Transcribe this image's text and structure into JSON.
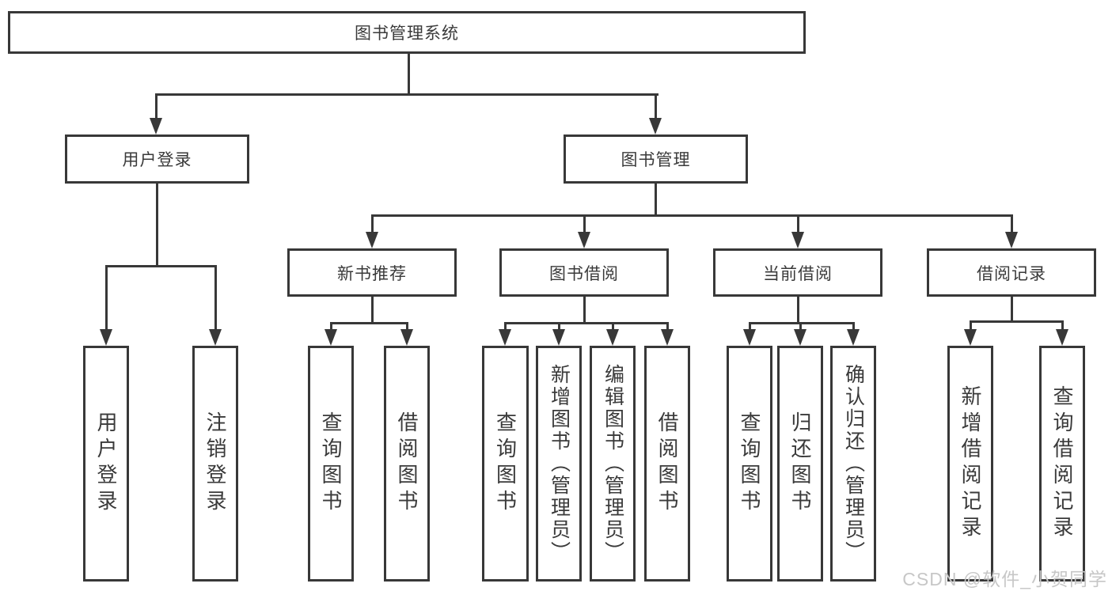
{
  "tree": {
    "root": {
      "label": "图书管理系统"
    },
    "branches": [
      {
        "label": "用户登录",
        "children": [
          {
            "label": "用户登录"
          },
          {
            "label": "注销登录"
          }
        ]
      },
      {
        "label": "图书管理",
        "children": [
          {
            "label": "新书推荐",
            "children": [
              {
                "label": "查询图书"
              },
              {
                "label": "借阅图书"
              }
            ]
          },
          {
            "label": "图书借阅",
            "children": [
              {
                "label": "查询图书"
              },
              {
                "label": "新增图书（管理员）"
              },
              {
                "label": "编辑图书（管理员）"
              },
              {
                "label": "借阅图书"
              }
            ]
          },
          {
            "label": "当前借阅",
            "children": [
              {
                "label": "查询图书"
              },
              {
                "label": "归还图书"
              },
              {
                "label": "确认归还（管理员）"
              }
            ]
          },
          {
            "label": "借阅记录",
            "children": [
              {
                "label": "新增借阅记录"
              },
              {
                "label": "查询借阅记录"
              }
            ]
          }
        ]
      }
    ]
  },
  "watermark": {
    "text": "CSDN @软件_小贺同学"
  },
  "colors": {
    "line": "#383838",
    "text": "#3a3a3a",
    "watermark": "#c7c7c7",
    "background": "#ffffff"
  }
}
